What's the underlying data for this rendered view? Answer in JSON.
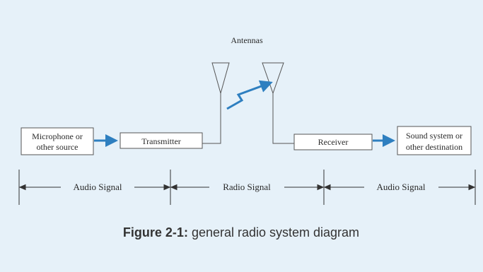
{
  "diagram": {
    "antennas_label": "Antennas",
    "blocks": {
      "source_line1": "Microphone or",
      "source_line2": "other source",
      "transmitter": "Transmitter",
      "receiver": "Receiver",
      "destination_line1": "Sound system or",
      "destination_line2": "other destination"
    },
    "segments": {
      "audio_left": "Audio Signal",
      "radio": "Radio Signal",
      "audio_right": "Audio Signal"
    },
    "caption": {
      "label": "Figure 2-1:",
      "text": " general radio system diagram"
    },
    "colors": {
      "background": "#e6f1f9",
      "arrow_blue": "#2e7fc0",
      "line": "#555555"
    }
  }
}
